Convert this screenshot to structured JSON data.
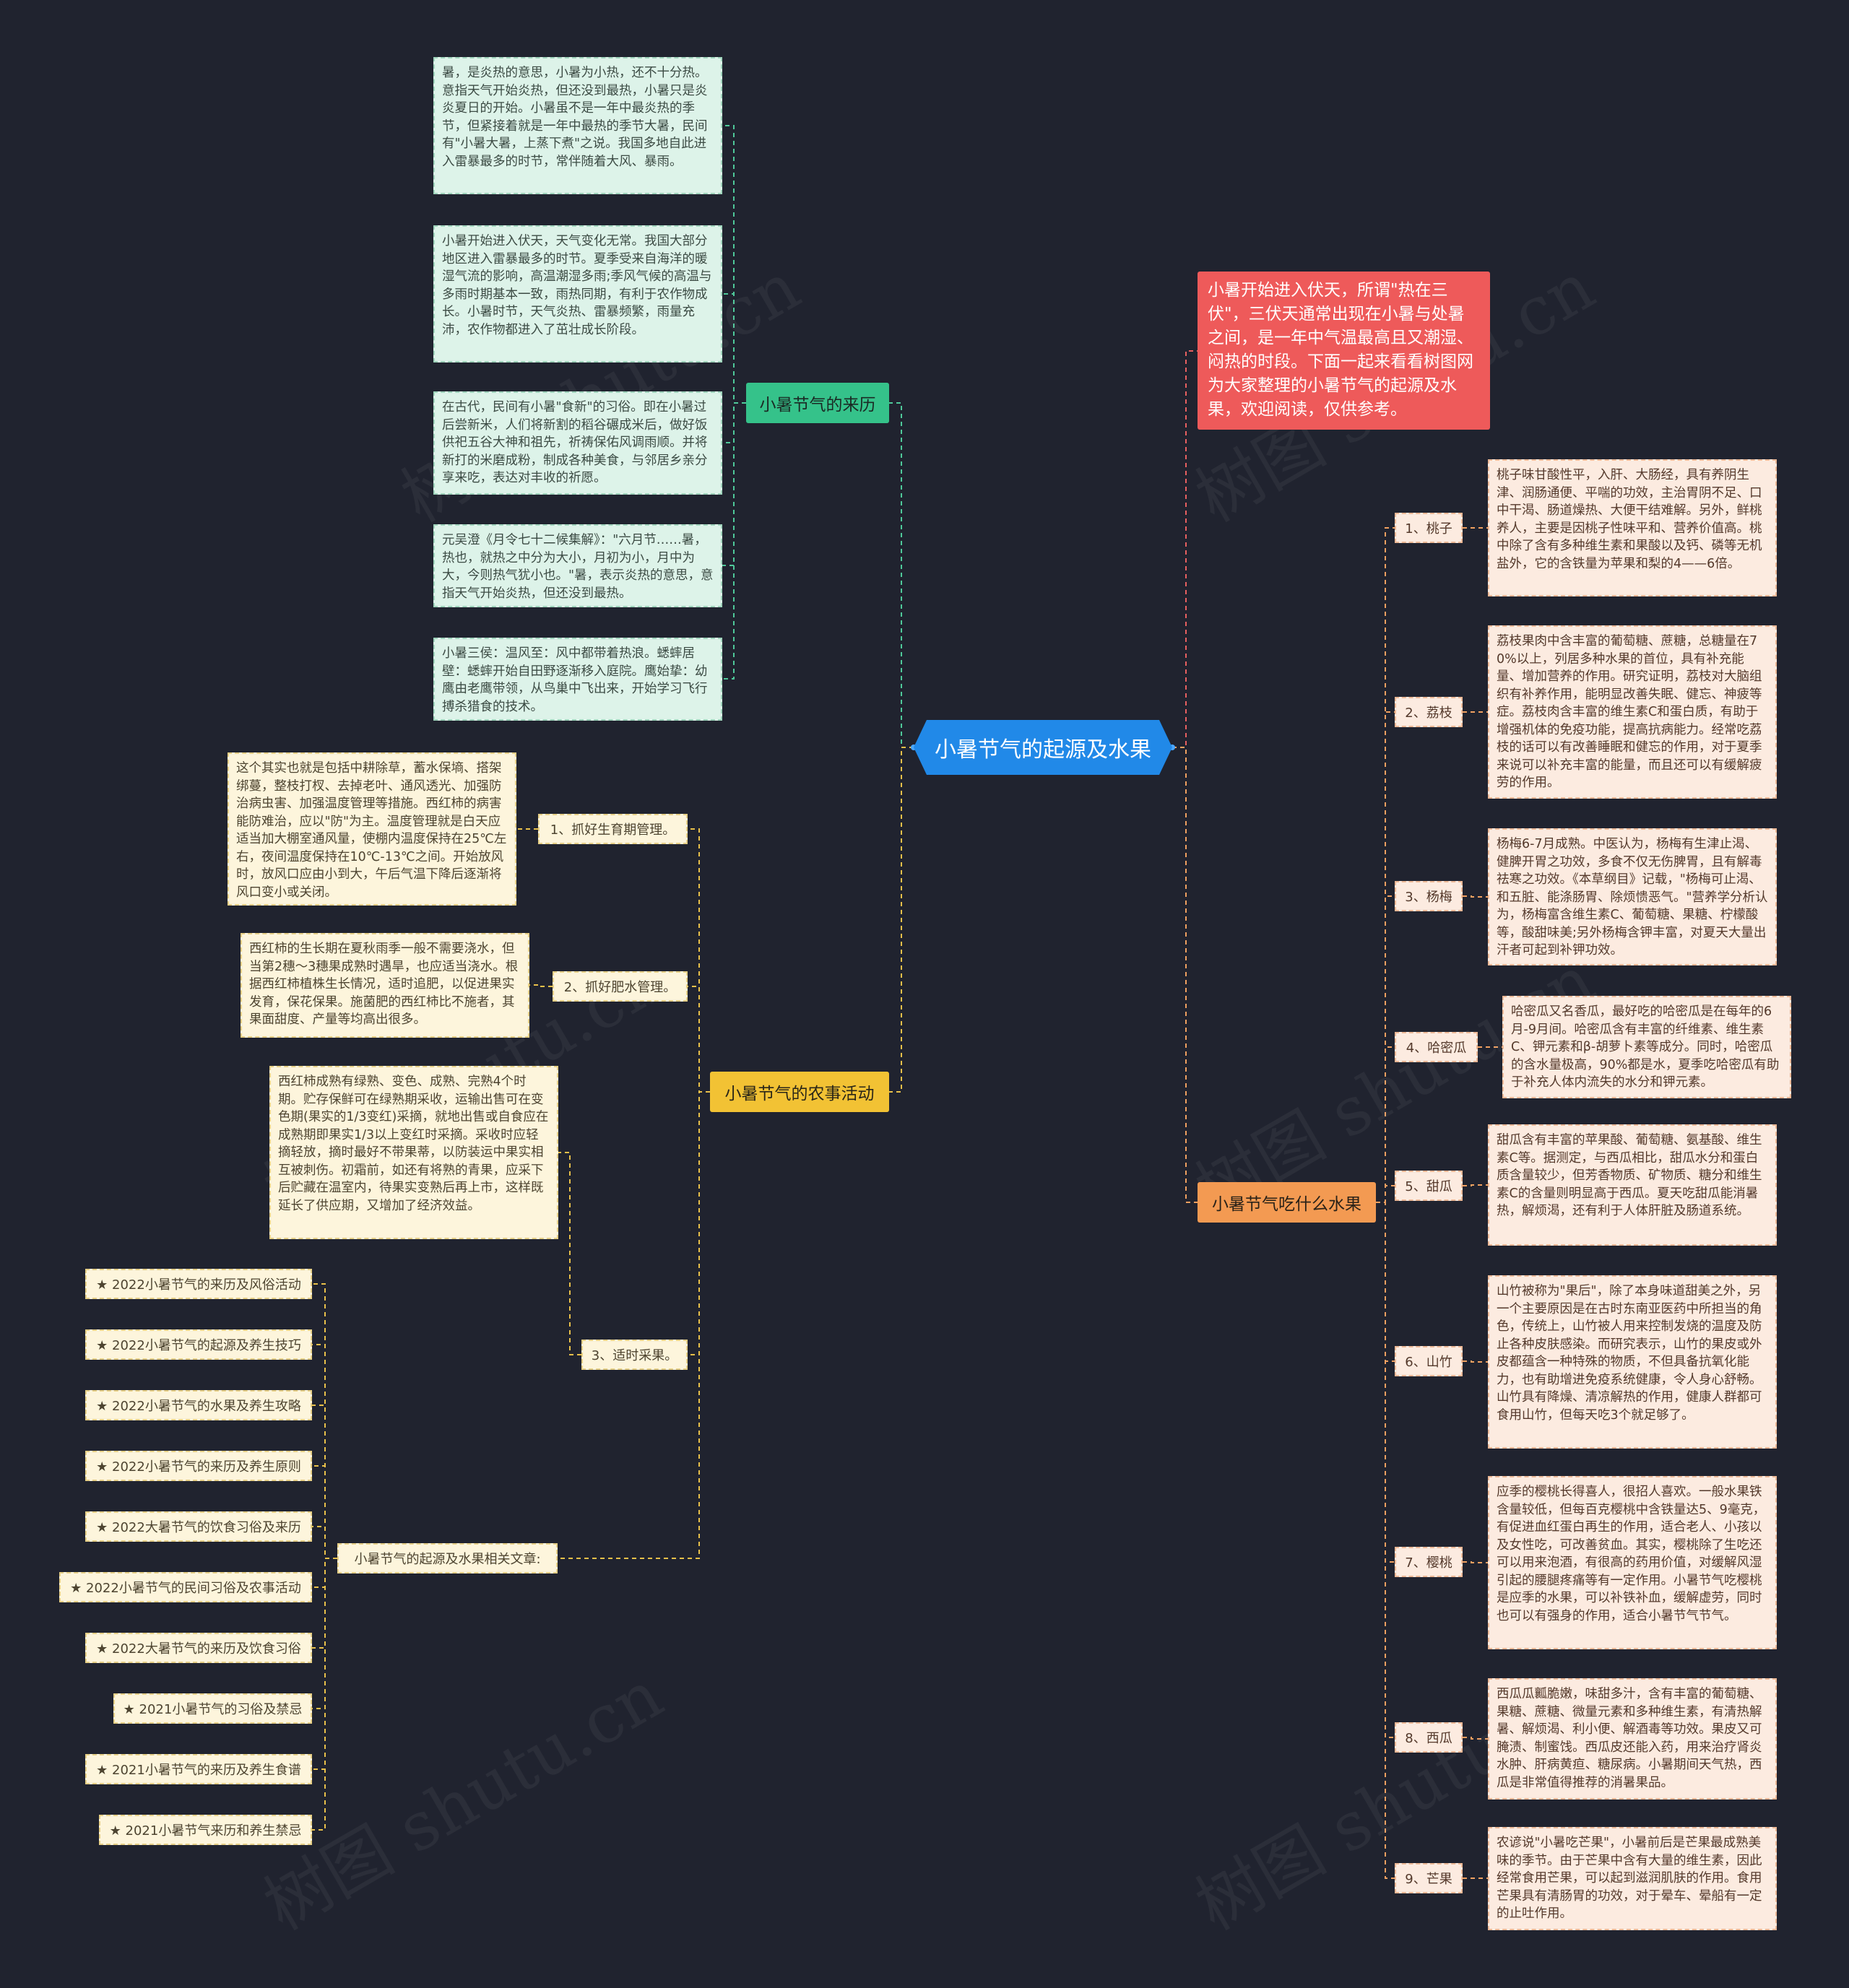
{
  "central": "小暑节气的起源及水果",
  "intro": "小暑开始进入伏天，所谓\"热在三伏\"，三伏天通常出现在小暑与处暑之间，是一年中气温最高且又潮湿、闷热的时段。下面一起来看看树图网为大家整理的小暑节气的起源及水果，欢迎阅读，仅供参考。",
  "origin": {
    "label": "小暑节气的来历",
    "items": [
      "暑，是炎热的意思，小暑为小热，还不十分热。意指天气开始炎热，但还没到最热，小暑只是炎炎夏日的开始。小暑虽不是一年中最炎热的季节，但紧接着就是一年中最热的季节大暑，民间有\"小暑大暑，上蒸下煮\"之说。我国多地自此进入雷暴最多的时节，常伴随着大风、暴雨。",
      "小暑开始进入伏天，天气变化无常。我国大部分地区进入雷暴最多的时节。夏季受来自海洋的暖湿气流的影响，高温潮湿多雨;季风气候的高温与多雨时期基本一致，雨热同期，有利于农作物成长。小暑时节，天气炎热、雷暴频繁，雨量充沛，农作物都进入了茁壮成长阶段。",
      "在古代，民间有小暑\"食新\"的习俗。即在小暑过后尝新米，人们将新割的稻谷碾成米后，做好饭供祀五谷大神和祖先，祈祷保佑风调雨顺。并将新打的米磨成粉，制成各种美食，与邻居乡亲分享来吃，表达对丰收的祈愿。",
      "元吴澄《月令七十二候集解》：\"六月节……暑，热也，就热之中分为大小，月初为小，月中为大，今则热气犹小也。\"暑，表示炎热的意思，意指天气开始炎热，但还没到最热。",
      "小暑三侯：温风至：风中都带着热浪。蟋蟀居壁：蟋蟀开始自田野逐渐移入庭院。鹰始挚：幼鹰由老鹰带领，从鸟巢中飞出来，开始学习飞行搏杀猎食的技术。"
    ]
  },
  "farming": {
    "label": "小暑节气的农事活动",
    "subs": [
      {
        "label": "1、抓好生育期管理。",
        "text": "这个其实也就是包括中耕除草，蓄水保墒、搭架绑蔓，整枝打杈、去掉老叶、通风透光、加强防治病虫害、加强温度管理等措施。西红柿的病害能防难治，应以\"防\"为主。温度管理就是白天应适当加大棚室通风量，使棚内温度保持在25℃左右，夜间温度保持在10℃-13℃之间。开始放风时，放风口应由小到大，午后气温下降后逐渐将风口变小或关闭。"
      },
      {
        "label": "2、抓好肥水管理。",
        "text": "西红柿的生长期在夏秋雨季一般不需要浇水，但当第2穗～3穗果成熟时遇旱，也应适当浇水。根据西红柿植株生长情况，适时追肥，以促进果实发育，保花保果。施菌肥的西红柿比不施者，其果面甜度、产量等均高出很多。"
      },
      {
        "label": "3、适时采果。",
        "text": "西红柿成熟有绿熟、变色、成熟、完熟4个时期。贮存保鲜可在绿熟期采收，运输出售可在变色期(果实的1/3变红)采摘，就地出售或自食应在成熟期即果实1/3以上变红时采摘。采收时应轻摘轻放，摘时最好不带果蒂，以防装运中果实相互被刺伤。初霜前，如还有将熟的青果，应采下后贮藏在温室内，待果实变熟后再上市，这样既延长了供应期，又增加了经济效益。"
      }
    ],
    "related_label": "小暑节气的起源及水果相关文章:",
    "articles": [
      "★ 2022小暑节气的来历及风俗活动",
      "★ 2022小暑节气的起源及养生技巧",
      "★ 2022小暑节气的水果及养生攻略",
      "★ 2022小暑节气的来历及养生原则",
      "★ 2022大暑节气的饮食习俗及来历",
      "★ 2022小暑节气的民间习俗及农事活动",
      "★ 2022大暑节气的来历及饮食习俗",
      "★ 2021小暑节气的习俗及禁忌",
      "★ 2021小暑节气的来历及养生食谱",
      "★ 2021小暑节气来历和养生禁忌"
    ]
  },
  "fruits": {
    "label": "小暑节气吃什么水果",
    "items": [
      {
        "label": "1、桃子",
        "text": "桃子味甘酸性平，入肝、大肠经，具有养阴生津、润肠通便、平喘的功效，主治胃阴不足、口中干渴、肠道燥热、大便干结难解。另外，鲜桃养人，主要是因桃子性味平和、营养价值高。桃中除了含有多种维生素和果酸以及钙、磷等无机盐外，它的含铁量为苹果和梨的4——6倍。"
      },
      {
        "label": "2、荔枝",
        "text": "荔枝果肉中含丰富的葡萄糖、蔗糖，总糖量在70%以上，列居多种水果的首位，具有补充能量、增加营养的作用。研究证明，荔枝对大脑组织有补养作用，能明显改善失眠、健忘、神疲等症。荔枝肉含丰富的维生素C和蛋白质，有助于增强机体的免疫功能，提高抗病能力。经常吃荔枝的话可以有改善睡眠和健忘的作用，对于夏季来说可以补充丰富的能量，而且还可以有缓解疲劳的作用。"
      },
      {
        "label": "3、杨梅",
        "text": "杨梅6-7月成熟。中医认为，杨梅有生津止渴、健脾开胃之功效，多食不仅无伤脾胃，且有解毒祛寒之功效。《本草纲目》记载，\"杨梅可止渴、和五脏、能涤肠胃、除烦愦恶气。\"营养学分析认为，杨梅富含维生素C、葡萄糖、果糖、柠檬酸等，酸甜味美;另外杨梅含钾丰富，对夏天大量出汗者可起到补钾功效。"
      },
      {
        "label": "4、哈密瓜",
        "text": "哈密瓜又名香瓜，最好吃的哈密瓜是在每年的6月-9月间。哈密瓜含有丰富的纤维素、维生素C、钾元素和β-胡萝卜素等成分。同时，哈密瓜的含水量极高，90%都是水，夏季吃哈密瓜有助于补充人体内流失的水分和钾元素。"
      },
      {
        "label": "5、甜瓜",
        "text": "甜瓜含有丰富的苹果酸、葡萄糖、氨基酸、维生素C等。据测定，与西瓜相比，甜瓜水分和蛋白质含量较少，但芳香物质、矿物质、糖分和维生素C的含量则明显高于西瓜。夏天吃甜瓜能消暑热，解烦渴，还有利于人体肝脏及肠道系统。"
      },
      {
        "label": "6、山竹",
        "text": "山竹被称为\"果后\"，除了本身味道甜美之外，另一个主要原因是在古时东南亚医药中所担当的角色，传统上，山竹被人用来控制发烧的温度及防止各种皮肤感染。而研究表示，山竹的果皮或外皮都蕴含一种特殊的物质，不但具备抗氧化能力，也有助增进免疫系统健康，令人身心舒畅。山竹具有降燥、清凉解热的作用，健康人群都可食用山竹，但每天吃3个就足够了。"
      },
      {
        "label": "7、樱桃",
        "text": "应季的樱桃长得喜人，很招人喜欢。一般水果铁含量较低，但每百克樱桃中含铁量达5、9毫克，有促进血红蛋白再生的作用，适合老人、小孩以及女性吃，可改善贫血。其实，樱桃除了生吃还可以用来泡酒，有很高的药用价值，对缓解风湿引起的腰腿疼痛等有一定作用。小暑节气吃樱桃是应季的水果，可以补铁补血，缓解虚劳，同时也可以有强身的作用，适合小暑节气节气。"
      },
      {
        "label": "8、西瓜",
        "text": "西瓜瓜瓤脆嫩，味甜多汁，含有丰富的葡萄糖、果糖、蔗糖、微量元素和多种维生素，有清热解暑、解烦渴、利小便、解酒毒等功效。果皮又可腌渍、制蜜饯。西瓜皮还能入药，用来治疗肾炎水肿、肝病黄疸、糖尿病。小暑期间天气热，西瓜是非常值得推荐的消暑果品。"
      },
      {
        "label": "9、芒果",
        "text": "农谚说\"小暑吃芒果\"，小暑前后是芒果最成熟美味的季节。由于芒果中含有大量的维生素，因此经常食用芒果，可以起到滋润肌肤的作用。食用芒果具有清肠胃的功效，对于晕车、晕船有一定的止吐作用。"
      }
    ]
  },
  "watermark": "树图 shutu.cn",
  "colors": {
    "background": "#20232f",
    "central": "#2189e8",
    "origin": "#35c28a",
    "farming": "#f2c234",
    "intro": "#ee5a5a",
    "fruits": "#f39a52"
  }
}
